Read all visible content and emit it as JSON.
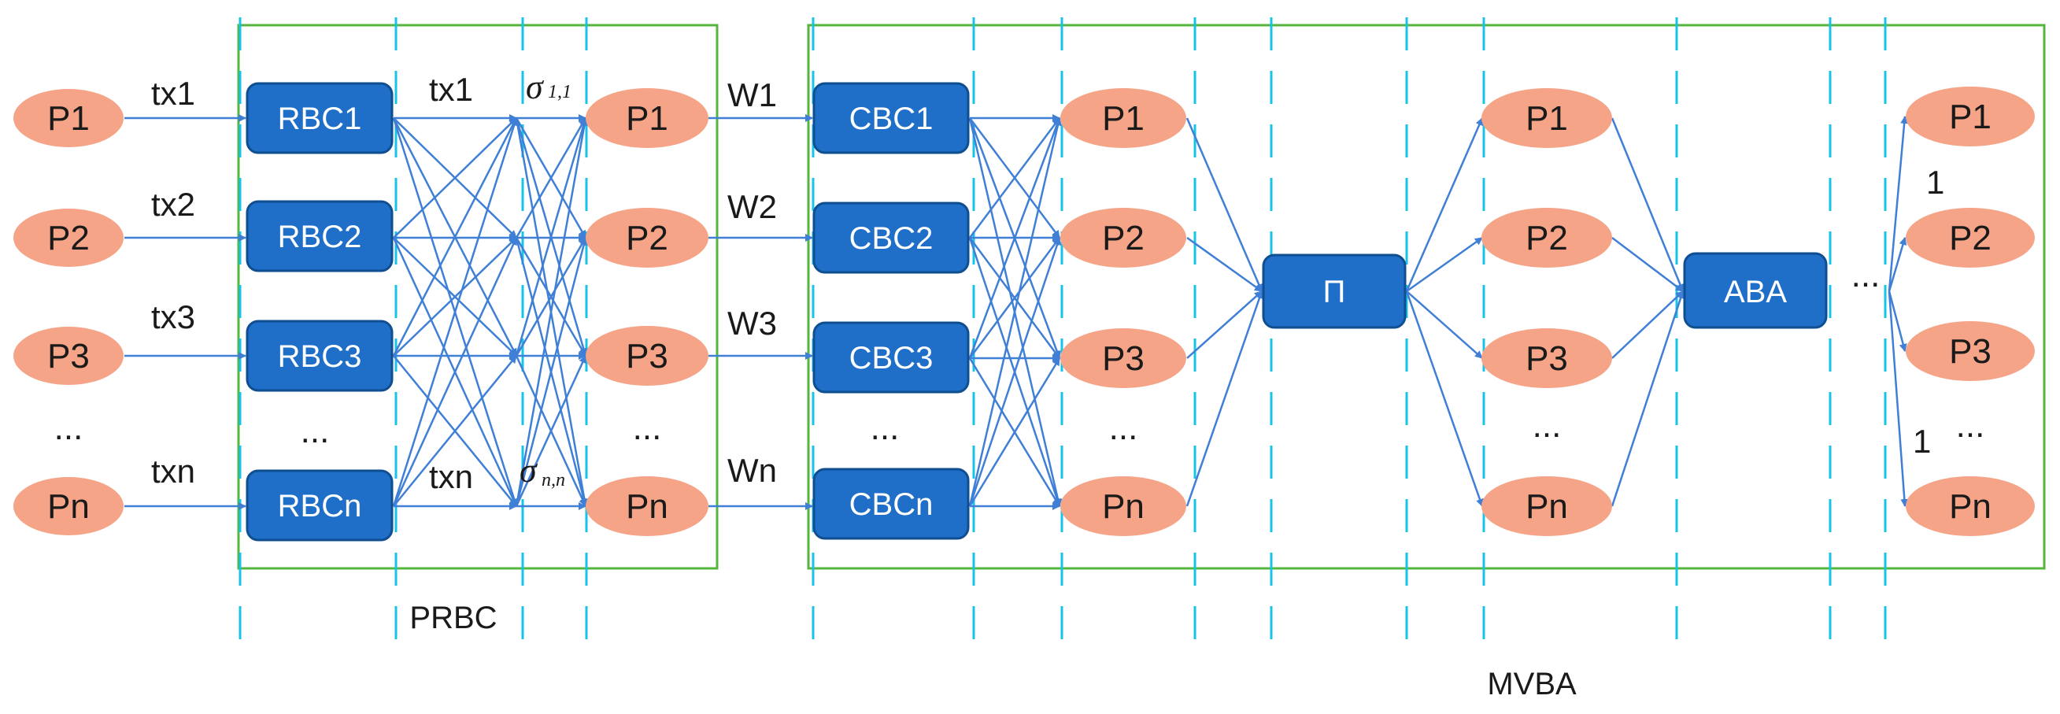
{
  "colors": {
    "participant_fill": "#F5A487",
    "box_fill": "#1F6FC8",
    "box_stroke": "#0E4E91",
    "edge": "#3F7FD6",
    "frame": "#55B63E",
    "separator": "#15C4E6"
  },
  "stage1_inputs": {
    "participants": [
      "P1",
      "P2",
      "P3",
      "...",
      "Pn"
    ],
    "tx_labels": [
      "tx1",
      "tx2",
      "tx3",
      "txn"
    ]
  },
  "prbc": {
    "label": "PRBC",
    "boxes": [
      "RBC1",
      "RBC2",
      "RBC3",
      "...",
      "RBCn"
    ],
    "top_tx": "tx1",
    "bottom_tx": "txn",
    "sigma_top": {
      "base": "σ",
      "sub": "1,1"
    },
    "sigma_bottom": {
      "base": "σ",
      "sub": "n,n"
    },
    "outputs": [
      "P1",
      "P2",
      "P3",
      "...",
      "Pn"
    ]
  },
  "w_labels": [
    "W1",
    "W2",
    "W3",
    "Wn"
  ],
  "mvba": {
    "label": "MVBA",
    "cbc_boxes": [
      "CBC1",
      "CBC2",
      "CBC3",
      "...",
      "CBCn"
    ],
    "after_cbc": [
      "P1",
      "P2",
      "P3",
      "...",
      "Pn"
    ],
    "pi_label": "Π",
    "after_pi": [
      "P1",
      "P2",
      "P3",
      "...",
      "Pn"
    ],
    "aba_label": "ABA",
    "aba_dots": "...",
    "final": [
      "P1",
      "P2",
      "P3",
      "...",
      "Pn"
    ],
    "one_top": "1",
    "one_bottom": "1"
  }
}
